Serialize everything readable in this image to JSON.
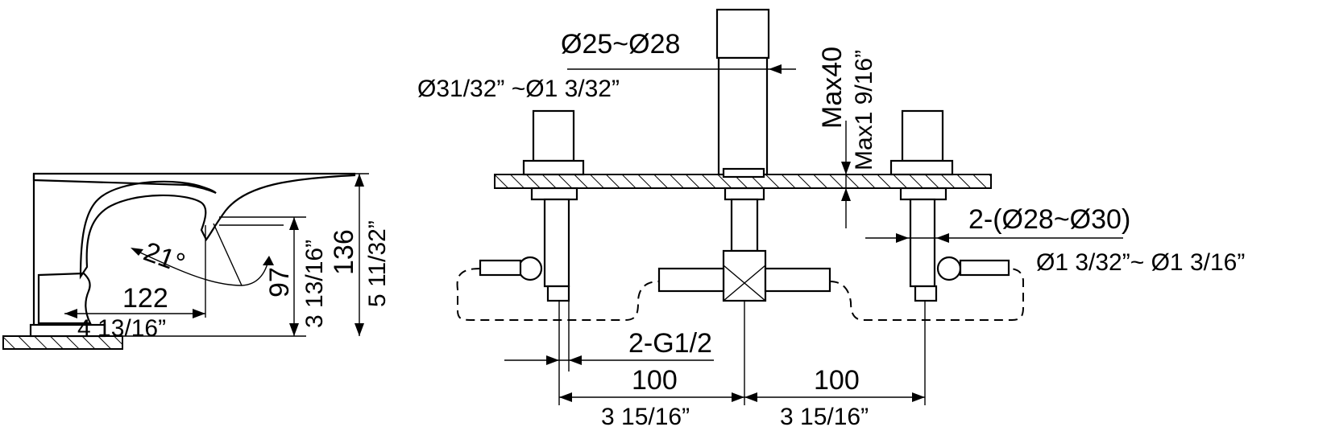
{
  "dimensions": {
    "spout_diameter_mm": "Ø25~Ø28",
    "spout_diameter_in": "Ø31/32” ~Ø1 3/32”",
    "deck_thickness_mm": "Max40",
    "deck_thickness_in": "Max1 9/16”",
    "handle_hole_mm": "2-(Ø28~Ø30)",
    "handle_hole_in": "Ø1 3/32”~ Ø1 3/16”",
    "inlet_thread": "2-G1/2",
    "spacing_left_mm": "100",
    "spacing_left_in": "3 15/16”",
    "spacing_right_mm": "100",
    "spacing_right_in": "3 15/16”",
    "angle": "21°",
    "reach_mm": "122",
    "reach_in": "4 13/16”",
    "spout_height_mm": "97",
    "spout_height_in": "3 13/16”",
    "total_height_mm": "136",
    "total_height_in": "5 11/32”"
  }
}
